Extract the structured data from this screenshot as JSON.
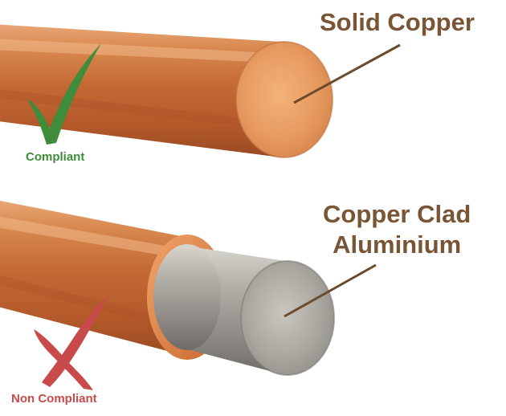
{
  "labels": {
    "solid_copper": "Solid Copper",
    "clad_line1": "Copper Clad",
    "clad_line2": "Aluminium"
  },
  "status": {
    "compliant": "Compliant",
    "non_compliant": "Non Compliant"
  },
  "colors": {
    "label_text": "#7a5535",
    "compliant_green": "#3f8c3a",
    "non_compliant_red": "#c94a4a",
    "copper": "#cf7a45",
    "aluminium": "#9b9892"
  },
  "icons": {
    "compliant": "check-mark-icon",
    "non_compliant": "cross-mark-icon"
  }
}
